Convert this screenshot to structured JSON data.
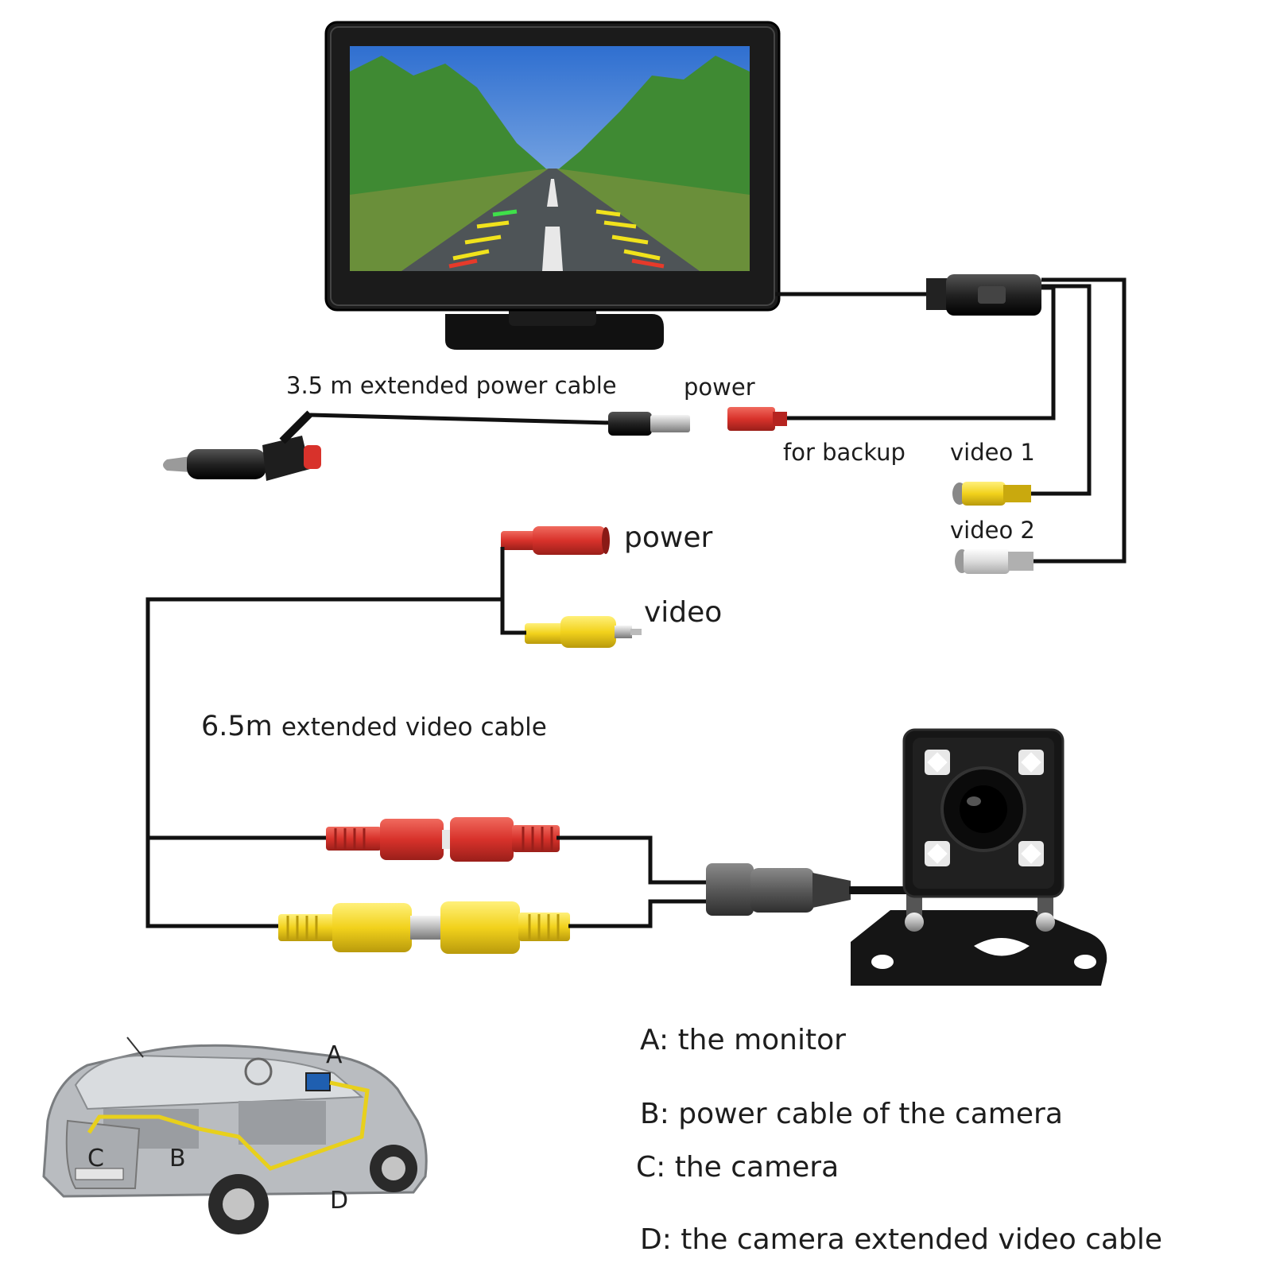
{
  "monitor_labels": {
    "power_cable_len": "3.5",
    "power_cable_unit": "m",
    "power_cable_text": "extended power cable",
    "power": "power",
    "for_backup": "for backup",
    "video1": "video 1",
    "video2": "video 2"
  },
  "camera_labels": {
    "power": "power",
    "video": "video",
    "video_cable_len": "6.5m",
    "video_cable_text": "extended video cable"
  },
  "car_letters": {
    "a": "A",
    "b": "B",
    "c": "C",
    "d": "D"
  },
  "legend": [
    {
      "text": "A: the monitor"
    },
    {
      "text": "B: power cable of the camera"
    },
    {
      "text": "C: the camera"
    },
    {
      "text": "D: the camera extended video cable"
    }
  ],
  "colors": {
    "cable": "#111111",
    "plug_red": "#d8322b",
    "plug_yellow": "#f2d21c",
    "plug_white": "#d9d9d9",
    "monitor_body": "#1b1b1b",
    "sky": "#3f7fd8",
    "grass": "#3c8a2e",
    "road": "#4e5457"
  }
}
